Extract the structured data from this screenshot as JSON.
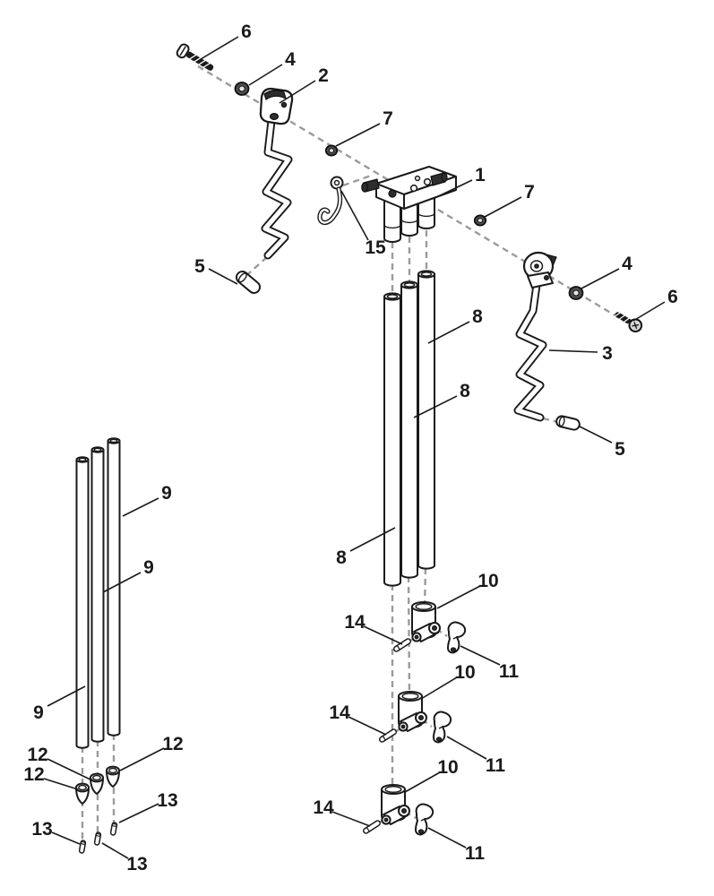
{
  "callouts": {
    "1": "1",
    "2": "2",
    "3": "3",
    "4": "4",
    "5": "5",
    "6": "6",
    "7": "7",
    "8": "8",
    "9": "9",
    "10": "10",
    "11": "11",
    "12": "12",
    "13": "13",
    "14": "14",
    "15": "15"
  },
  "colors": {
    "line": "#1a1a1a",
    "dash": "#9b9b9b",
    "background": "#ffffff"
  }
}
